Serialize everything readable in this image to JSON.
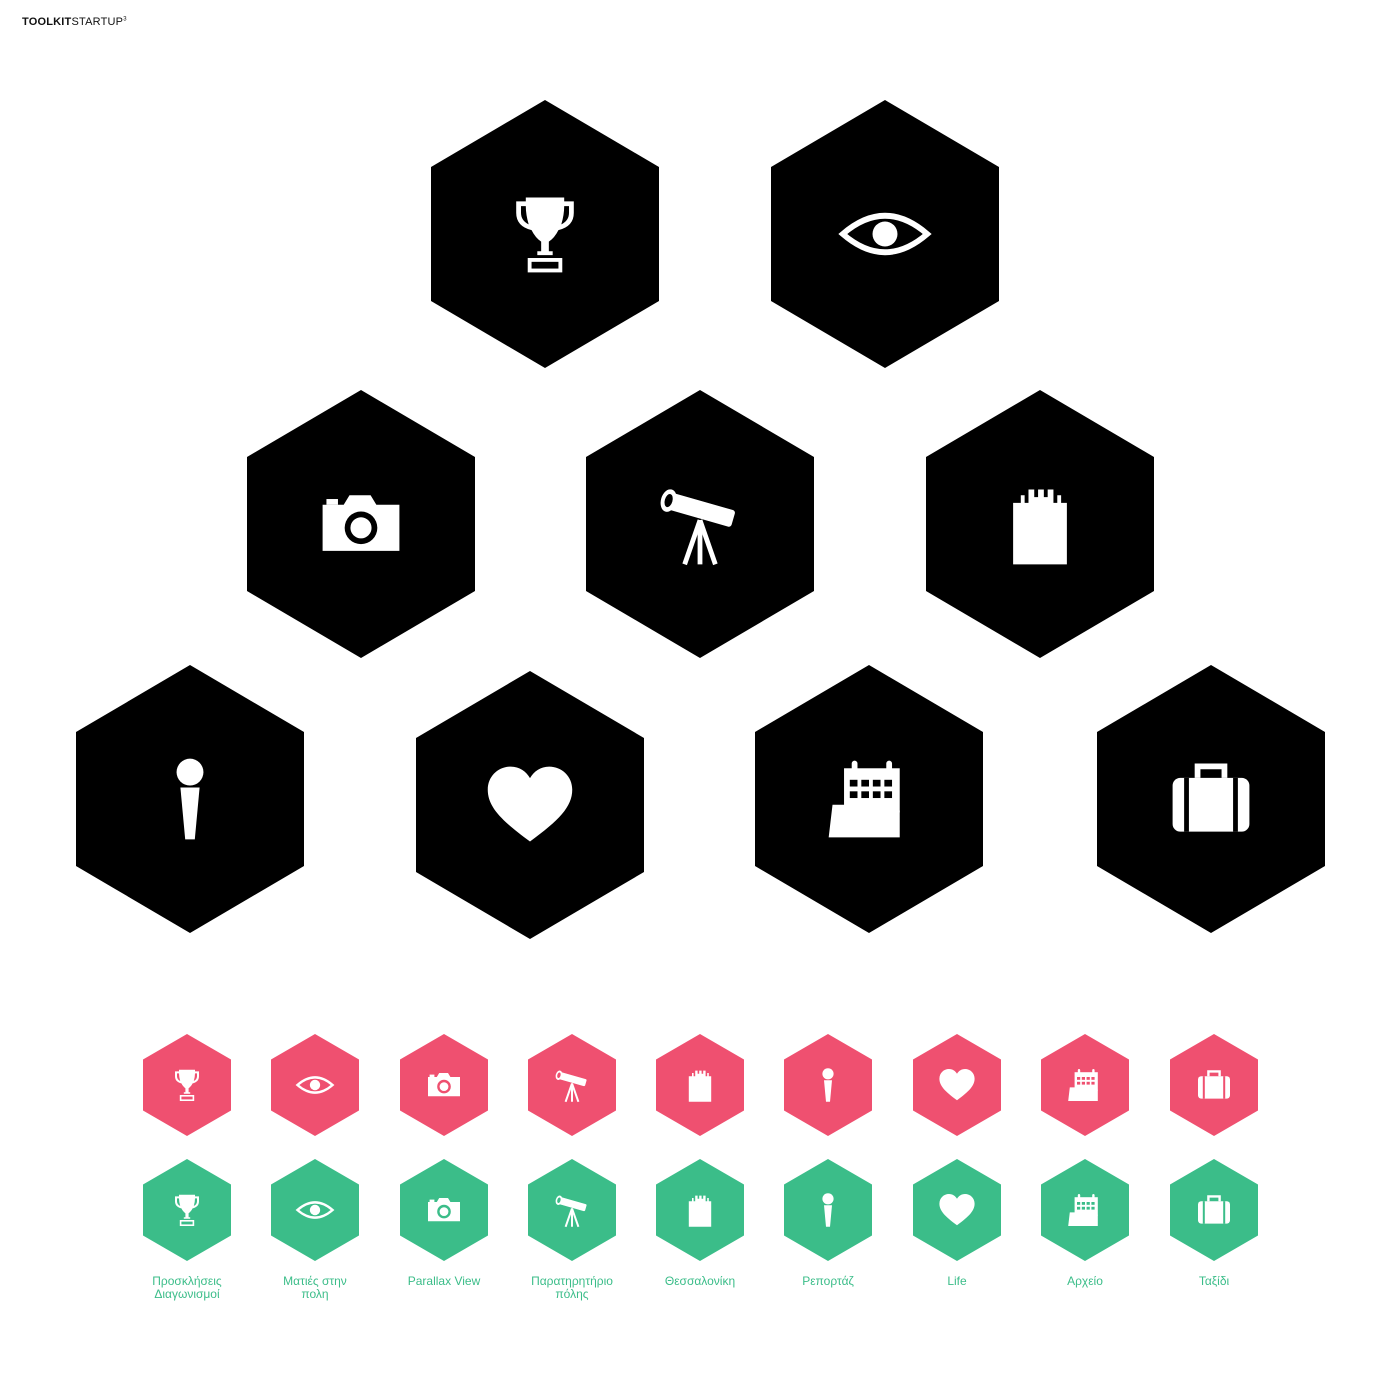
{
  "brand": {
    "part1": "TOOLKIT",
    "part2": "STARTUP",
    "mark": "3"
  },
  "colors": {
    "black": "#000000",
    "pink": "#ef5070",
    "green": "#3bbd89"
  },
  "icons": [
    {
      "id": "trophy",
      "name": "trophy-icon",
      "label_lines": [
        "Προσκλήσεις",
        "Διαγωνισμοί"
      ]
    },
    {
      "id": "eye",
      "name": "eye-icon",
      "label_lines": [
        "Ματιές στην",
        "πολη"
      ]
    },
    {
      "id": "camera",
      "name": "camera-icon",
      "label_lines": [
        "Parallax View"
      ]
    },
    {
      "id": "telescope",
      "name": "telescope-icon",
      "label_lines": [
        "Παρατηρητήριο",
        "πόλης"
      ]
    },
    {
      "id": "tower",
      "name": "tower-icon",
      "label_lines": [
        "Θεσσαλονίκη"
      ]
    },
    {
      "id": "microphone",
      "name": "microphone-icon",
      "label_lines": [
        "Ρεπορτάζ"
      ]
    },
    {
      "id": "heart",
      "name": "heart-icon",
      "label_lines": [
        "Life"
      ]
    },
    {
      "id": "calendar",
      "name": "calendar-folder-icon",
      "label_lines": [
        "Αρχείο"
      ]
    },
    {
      "id": "suitcase",
      "name": "suitcase-icon",
      "label_lines": [
        "Ταξίδι"
      ]
    }
  ]
}
